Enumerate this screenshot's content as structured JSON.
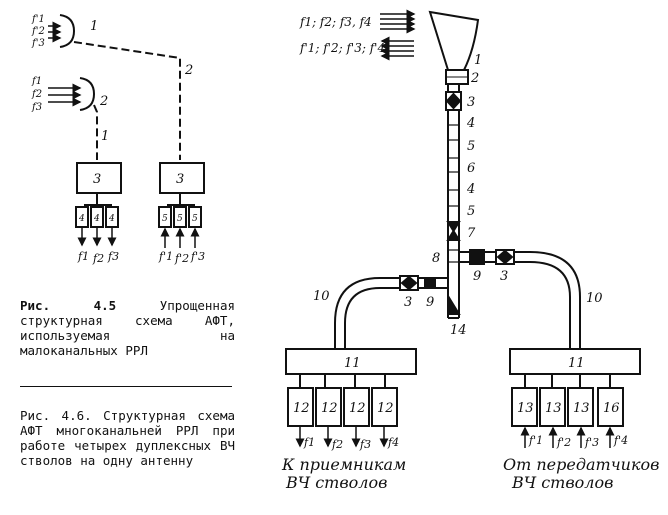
{
  "fig45": {
    "labels": {
      "antenna1": "1",
      "antenna2": "1",
      "feeder1": "2",
      "feeder2": "2",
      "unit_left": "3",
      "unit_right": "3"
    },
    "freq_top": [
      "f'1",
      "f'2",
      "f'3"
    ],
    "freq_mid": [
      "f1",
      "f2",
      "f3"
    ],
    "filter_left": [
      "4",
      "4",
      "4"
    ],
    "filter_right": [
      "5",
      "5",
      "5"
    ],
    "bottom_left": [
      "f1",
      "f2",
      "f3"
    ],
    "bottom_right": [
      "f'1",
      "f'2",
      "f'3"
    ]
  },
  "fig46": {
    "freq_rx": "f1; f2; f3, f4",
    "freq_tx": "f'1; f'2; f'3; f'4",
    "tower_numbers": [
      "1",
      "2",
      "3",
      "4",
      "5",
      "6",
      "4",
      "5",
      "7",
      "8",
      "14"
    ],
    "branch_left": [
      "3",
      "9",
      "10"
    ],
    "branch_right": [
      "9",
      "3",
      "10"
    ],
    "combiner_left": "11",
    "combiner_right": "11",
    "receivers": [
      "12",
      "12",
      "12",
      "12"
    ],
    "transmitters": [
      "13",
      "13",
      "13",
      "16"
    ],
    "rx_outputs": [
      "f1",
      "f2",
      "f3",
      "f4"
    ],
    "tx_inputs": [
      "f'1",
      "f'2",
      "f'3",
      "f'4"
    ],
    "rx_caption": [
      "К приемникам",
      "ВЧ стволов"
    ],
    "tx_caption": [
      "От передатчиков",
      "ВЧ стволов"
    ]
  },
  "captions": {
    "fig45_label": "Рис. 4.5",
    "fig45_text": "Упрощенная структурная схема АФТ, используемая на малоканальных РРЛ",
    "fig46_label": "Рис. 4.6.",
    "fig46_text": "Структурная схема АФТ многоканальней РРЛ при работе четырех дуплексных ВЧ стволов на одну антенну"
  }
}
